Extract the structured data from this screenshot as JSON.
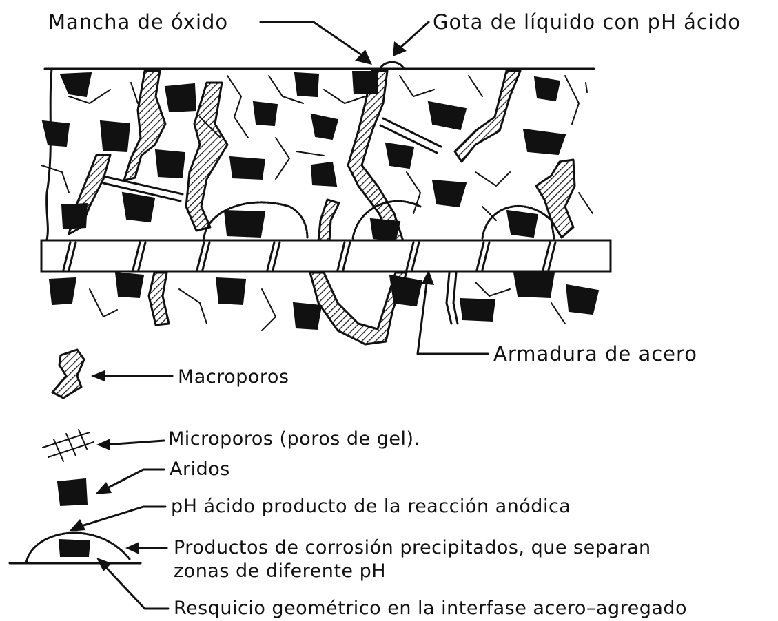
{
  "labels": {
    "rust_stain": "Mancha de óxido",
    "acid_drop": "Gota de líquido con pH ácido",
    "steel_reinforcement": "Armadura de acero",
    "macropores": "Macroporos",
    "micropores": "Microporos (poros de gel).",
    "aggregates": "Aridos",
    "acid_ph": "pH ácido producto de la reacción anódica",
    "corrosion_products_line1": "Productos de corrosión precipitados, que separan",
    "corrosion_products_line2": "zonas de diferente pH",
    "crevice": "Resquicio geométrico en la interfase acero–agregado"
  }
}
